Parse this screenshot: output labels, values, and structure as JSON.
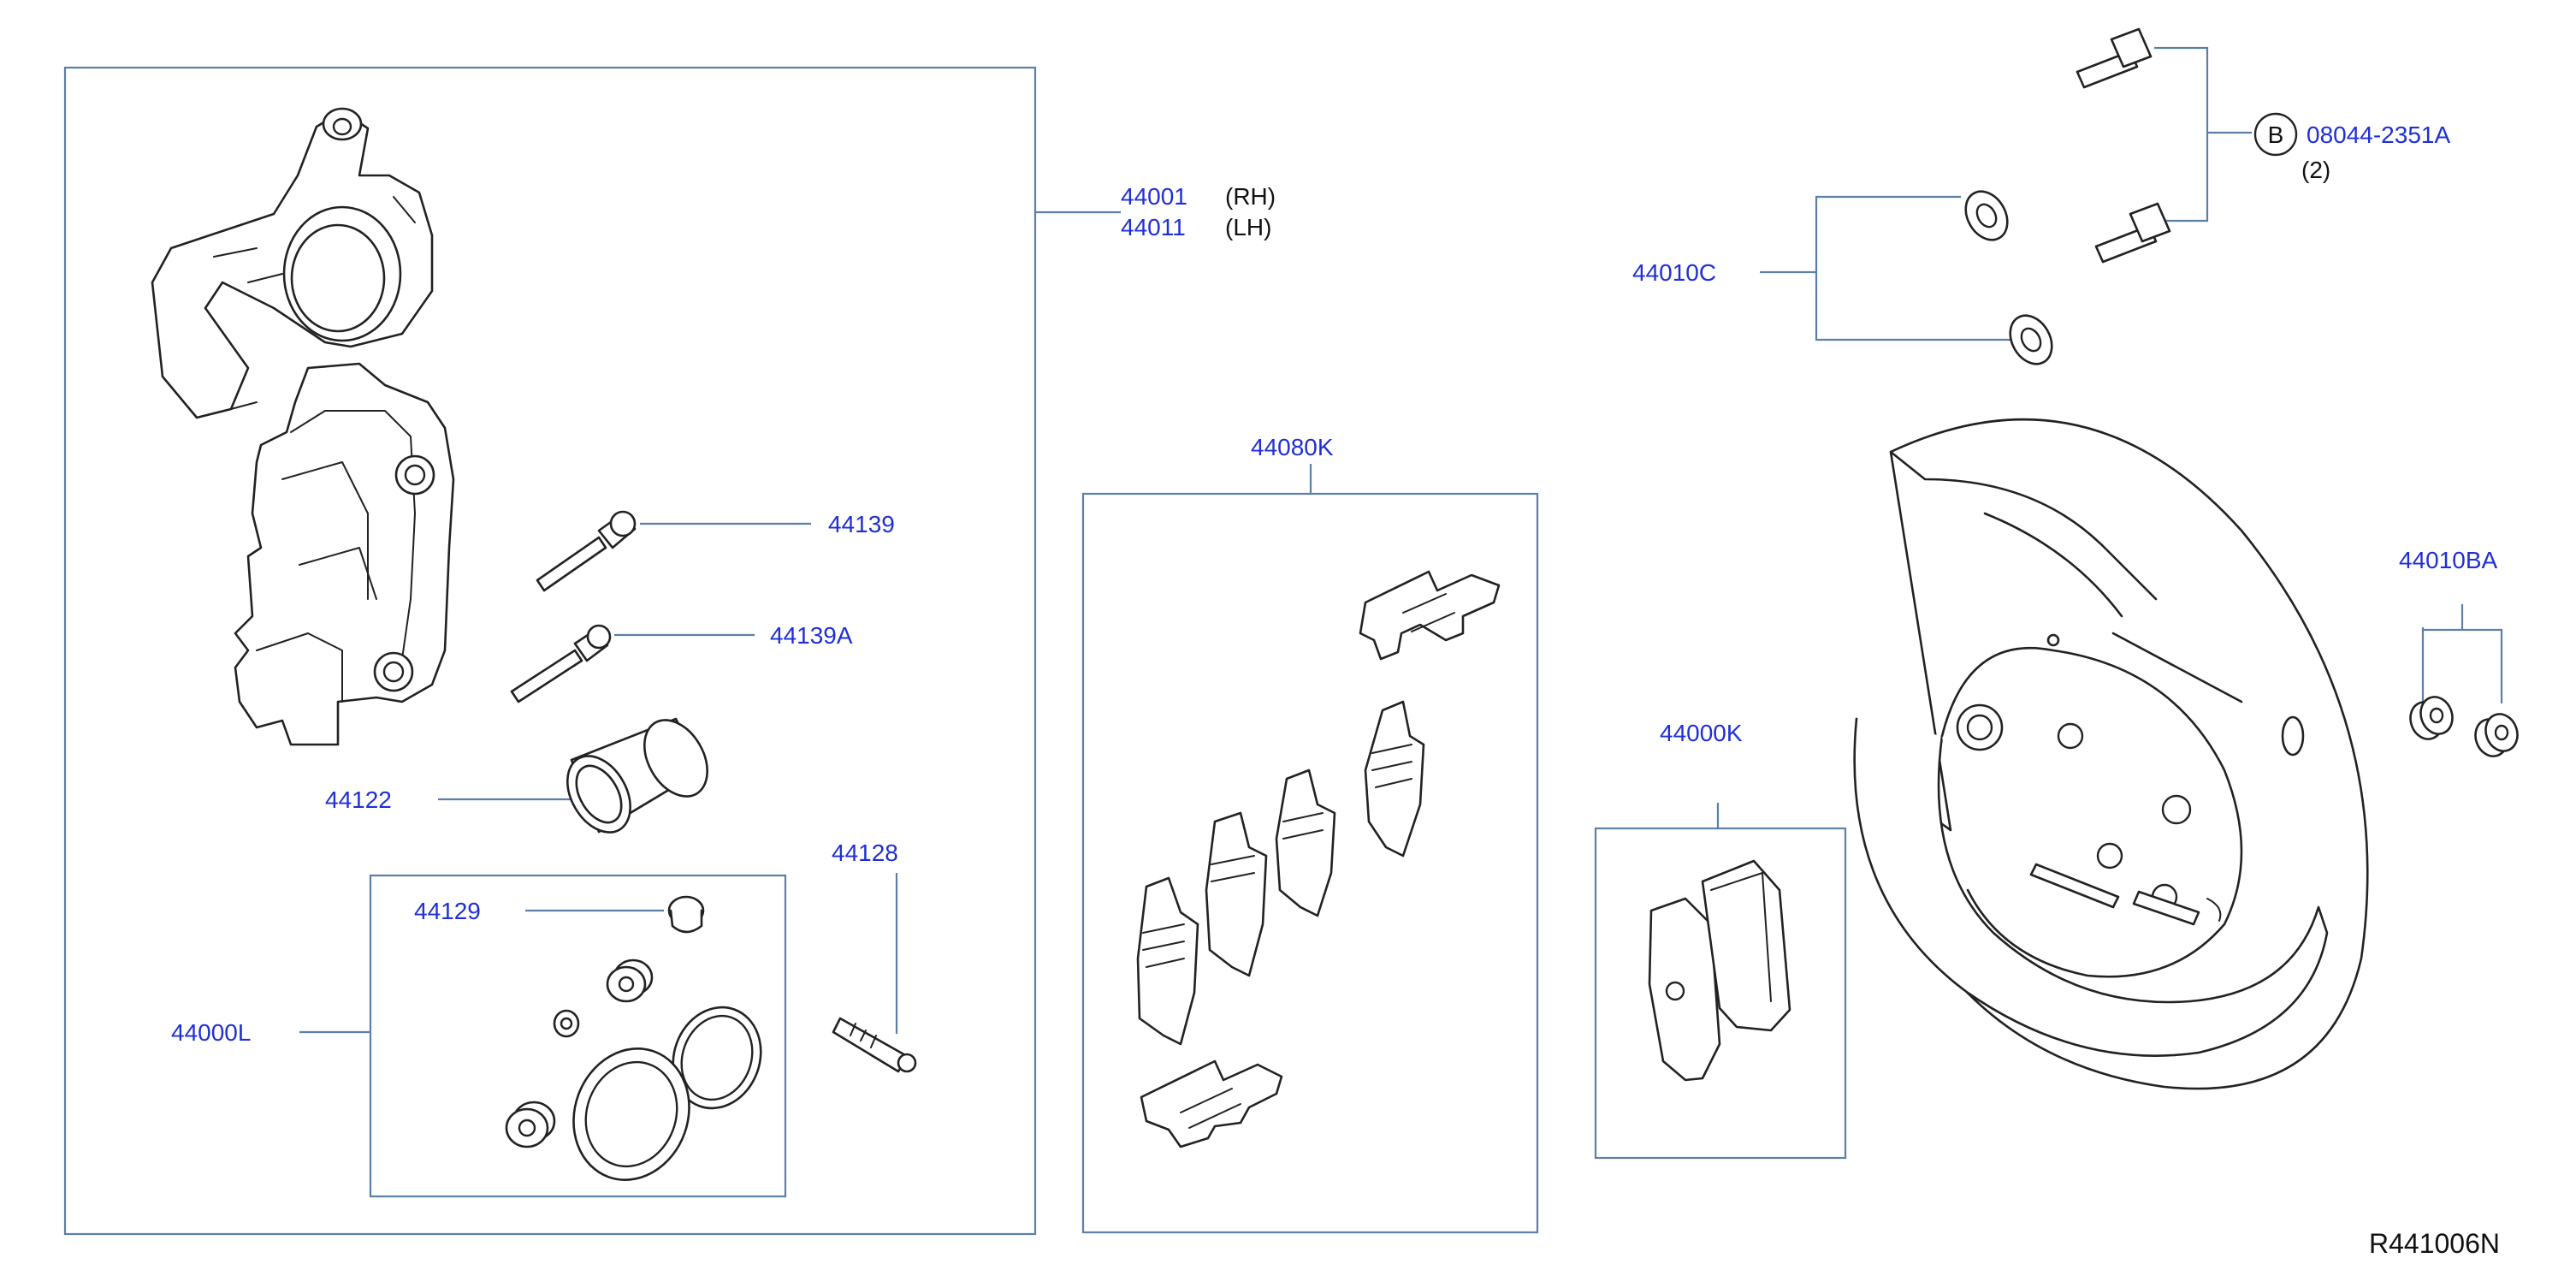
{
  "diagram": {
    "reference_code": "R441006N",
    "callouts": {
      "caliper_rh": "44001",
      "caliper_rh_side": "(RH)",
      "caliper_lh": "44011",
      "caliper_lh_side": "(LH)",
      "pin_bolt": "44139",
      "pin_bolt_a": "44139A",
      "piston": "44122",
      "bleeder": "44128",
      "bleeder_cap": "44129",
      "seal_kit": "44000L",
      "pad_hardware_kit": "44080K",
      "pad_kit": "44000K",
      "washer": "44010C",
      "plate_bolt_symbol": "B",
      "plate_bolt": "08044-2351A",
      "plate_bolt_qty": "(2)",
      "grommet": "44010BA"
    },
    "colors": {
      "callout_text": "#1f2fd6",
      "frame_lines": "#5b7fa6",
      "part_outline": "#222222"
    }
  }
}
